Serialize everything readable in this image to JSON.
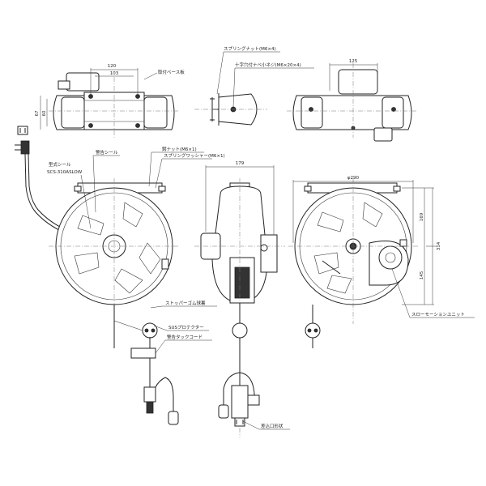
{
  "labels": {
    "spring_nut": "スプリングナット(M6×4)",
    "cross_screw": "十字穴付ナベ小ネジ(M6×20×4)",
    "mount_base": "取付ベース板",
    "warning_seal": "警告シール",
    "model_seal_title": "型式シール",
    "model_seal_code": "SCS-310ASLOW",
    "hex_nut": "鍔ナット(M6×1)",
    "spring_washer": "スプリングワッシャー(M6×1)",
    "stopper_rubber": "ストッパーゴム球裏",
    "sus_protector": "SUSプロテクター",
    "warning_tack_cord": "警告タックコード",
    "plug_shape": "差込口形状",
    "slow_motion_unit": "スローモーションユニット"
  },
  "dimensions": {
    "top_width_outer": "120",
    "top_width_inner": "103",
    "side_height_outer": "67",
    "side_height_inner": "60",
    "top_right_width": "125",
    "front_depth": "179",
    "diameter": "φ290",
    "upper_height": "169",
    "total_height": "314",
    "lower_height": "145"
  }
}
